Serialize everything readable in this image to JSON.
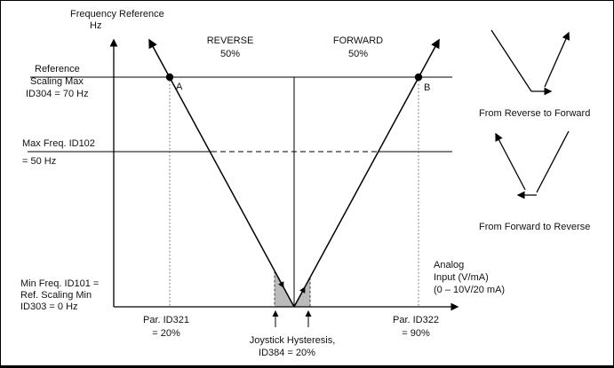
{
  "colors": {
    "line": "#000000",
    "shade": "#bbbbbb",
    "background": "#ffffff"
  },
  "axis": {
    "y_title": [
      "Frequency Reference",
      "Hz"
    ],
    "x_title": [
      "Analog",
      "Input (V/mA)",
      "(0 – 10V/20 mA)"
    ]
  },
  "labels": {
    "ref_scaling_max": [
      "Reference",
      "Scaling Max",
      "ID304 = 70 Hz"
    ],
    "max_freq": [
      "Max Freq. ID102",
      "= 50 Hz"
    ],
    "min_freq": [
      "Min Freq. ID101 =",
      "Ref. Scaling Min",
      "ID303 = 0 Hz"
    ],
    "reverse": [
      "REVERSE",
      "50%"
    ],
    "forward": [
      "FORWARD",
      "50%"
    ],
    "point_a": "A",
    "point_b": "B",
    "par_id321": [
      "Par. ID321",
      "= 20%"
    ],
    "par_id322": [
      "Par. ID322",
      "= 90%"
    ],
    "joystick_hysteresis": [
      "Joystick Hysteresis,",
      "ID384 = 20%"
    ]
  },
  "legend": {
    "reverse_to_forward": "From Reverse to Forward",
    "forward_to_reverse": "From Forward to Reverse"
  }
}
